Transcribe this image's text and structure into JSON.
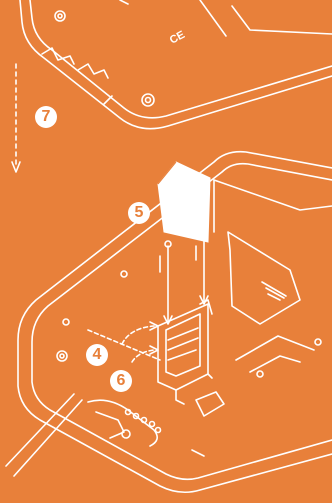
{
  "colors": {
    "background": "#e8803a",
    "line": "#ffffff",
    "sim_card": "#ffffff"
  },
  "steps": {
    "s7": "7",
    "s5": "5",
    "s4": "4",
    "s6": "6"
  },
  "markings": {
    "ce_mark": "CE"
  }
}
